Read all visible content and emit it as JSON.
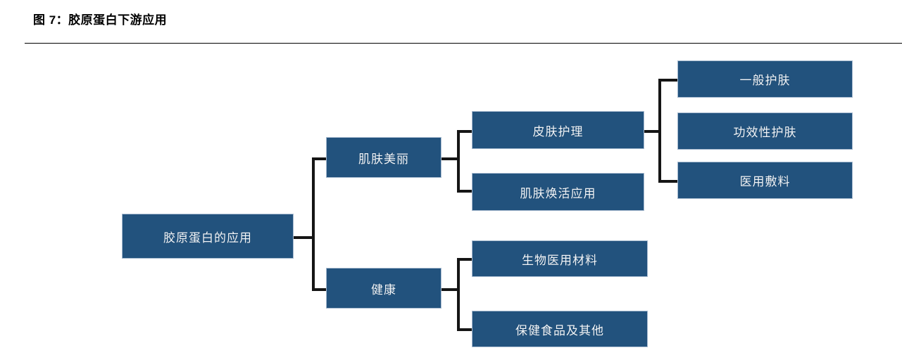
{
  "figure": {
    "title": "图 7：胶原蛋白下游应用",
    "accent_color": "#22527D",
    "node_text_color": "#F2F6FA",
    "connector_color": "#151515",
    "background_color": "#FFFFFF"
  },
  "chart_data": {
    "type": "diagram",
    "diagram_kind": "horizontal-tree",
    "title": "图 7：胶原蛋白下游应用",
    "root": "胶原蛋白的应用",
    "levels": 4,
    "nodes": [
      {
        "id": "root",
        "label": "胶原蛋白的应用",
        "level": 1,
        "parent": null
      },
      {
        "id": "beauty",
        "label": "肌肤美丽",
        "level": 2,
        "parent": "root"
      },
      {
        "id": "health",
        "label": "健康",
        "level": 2,
        "parent": "root"
      },
      {
        "id": "skincare",
        "label": "皮肤护理",
        "level": 3,
        "parent": "beauty"
      },
      {
        "id": "revitalize",
        "label": "肌肤焕活应用",
        "level": 3,
        "parent": "beauty"
      },
      {
        "id": "biomaterial",
        "label": "生物医用材料",
        "level": 3,
        "parent": "health"
      },
      {
        "id": "healthfood",
        "label": "保健食品及其他",
        "level": 3,
        "parent": "health"
      },
      {
        "id": "general",
        "label": "一般护肤",
        "level": 4,
        "parent": "skincare"
      },
      {
        "id": "functional",
        "label": "功效性护肤",
        "level": 4,
        "parent": "skincare"
      },
      {
        "id": "dressing",
        "label": "医用敷料",
        "level": 4,
        "parent": "skincare"
      }
    ]
  },
  "nodes": {
    "root": "胶原蛋白的应用",
    "beauty": "肌肤美丽",
    "health": "健康",
    "skincare": "皮肤护理",
    "revitalize": "肌肤焕活应用",
    "biomaterial": "生物医用材料",
    "healthfood": "保健食品及其他",
    "general": "一般护肤",
    "functional": "功效性护肤",
    "dressing": "医用敷料"
  }
}
